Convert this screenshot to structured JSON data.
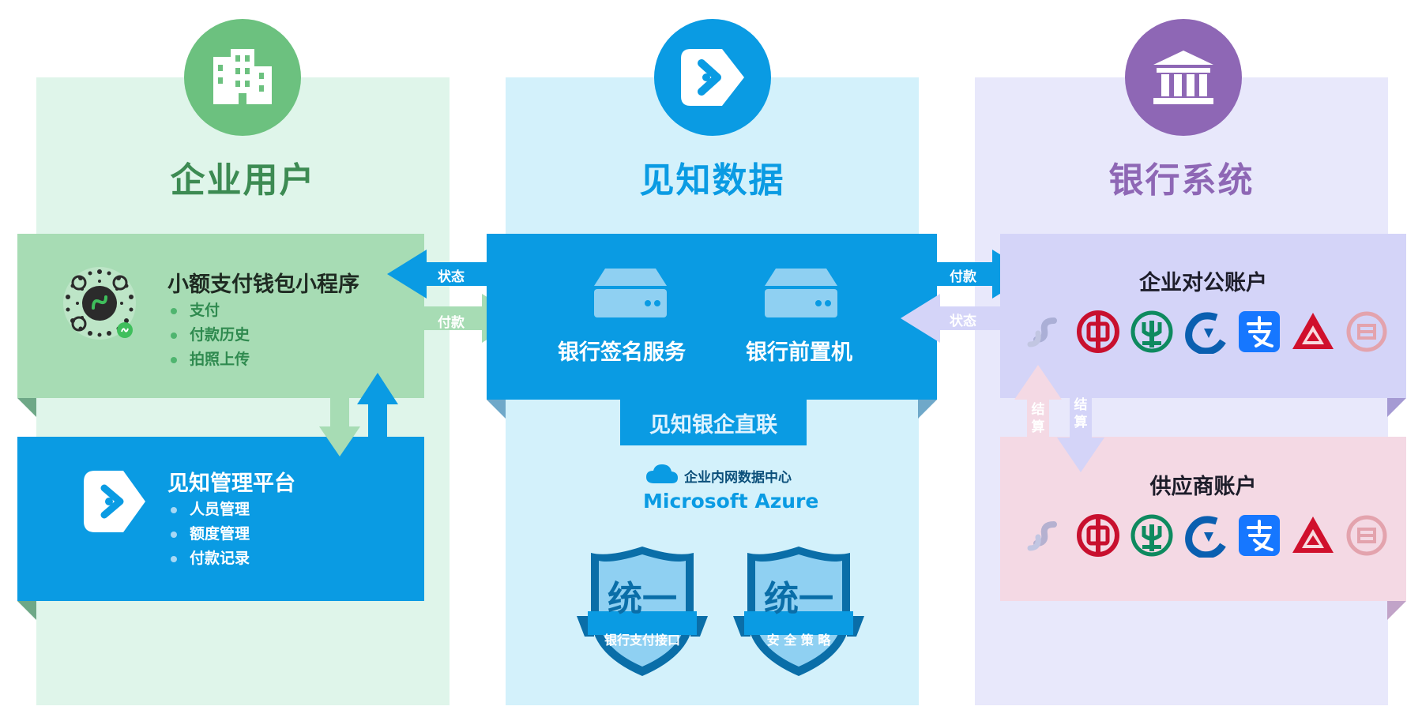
{
  "columns": {
    "enterprise": {
      "title": "企业用户",
      "color": "#3d8b53"
    },
    "jianzhi": {
      "title": "见知数据",
      "color": "#0a9be3"
    },
    "bank": {
      "title": "银行系统",
      "color": "#8e67b5"
    }
  },
  "wallet": {
    "title": "小额支付钱包小程序",
    "items": [
      "支付",
      "付款历史",
      "拍照上传"
    ]
  },
  "platform": {
    "title": "见知管理平台",
    "items": [
      "人员管理",
      "额度管理",
      "付款记录"
    ]
  },
  "center": {
    "servers": [
      "银行签名服务",
      "银行前置机"
    ],
    "tab": "见知银企直联",
    "datacenter": "企业内网数据中心",
    "azure": "Microsoft Azure"
  },
  "arrows": {
    "left_status": "状态",
    "left_pay": "付款",
    "right_pay": "付款",
    "right_status": "状态",
    "settle_up": "结算",
    "settle_down": "结算"
  },
  "shields": [
    {
      "big": "统一",
      "small": "银行支付接口"
    },
    {
      "big": "统一",
      "small": "安 全 策 略"
    }
  ],
  "bank": {
    "corporate": "企业对公账户",
    "supplier": "供应商账户",
    "logos": [
      "bank-logo-1-icon",
      "boc-logo-icon",
      "abc-logo-icon",
      "ccb-logo-icon",
      "alipay-logo-icon",
      "triangle-bank-logo-icon",
      "bank-logo-7-icon"
    ]
  }
}
